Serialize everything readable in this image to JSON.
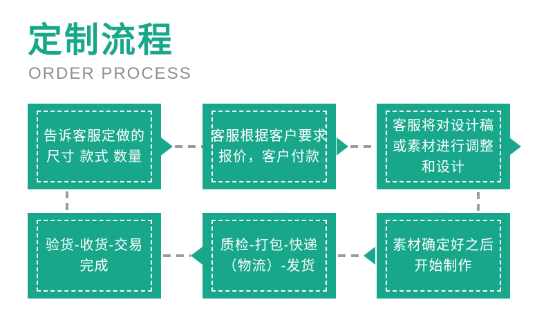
{
  "colors": {
    "accent_green": "#18a78b",
    "connector_gray": "#9c9c9c",
    "subtitle_gray": "#8e8e8e",
    "box_text": "#ffffff",
    "background": "#ffffff"
  },
  "header": {
    "title": "定制流程",
    "subtitle": "ORDER PROCESS"
  },
  "flow": {
    "boxes": [
      {
        "step": 1,
        "lines": [
          "告诉客服定做的",
          "尺寸 款式 数量"
        ]
      },
      {
        "step": 2,
        "lines": [
          "客服根据客户要求",
          "报价，客户付款"
        ]
      },
      {
        "step": 3,
        "lines": [
          "客服将对设计稿",
          "或素材进行调整",
          "和设计"
        ]
      },
      {
        "step": 4,
        "lines": [
          "验货-收货-交易",
          "完成"
        ]
      },
      {
        "step": 5,
        "lines": [
          "质检-打包-快递",
          "（物流）-发货"
        ]
      },
      {
        "step": 6,
        "lines": [
          "素材确定好之后",
          "开始制作"
        ]
      }
    ]
  }
}
